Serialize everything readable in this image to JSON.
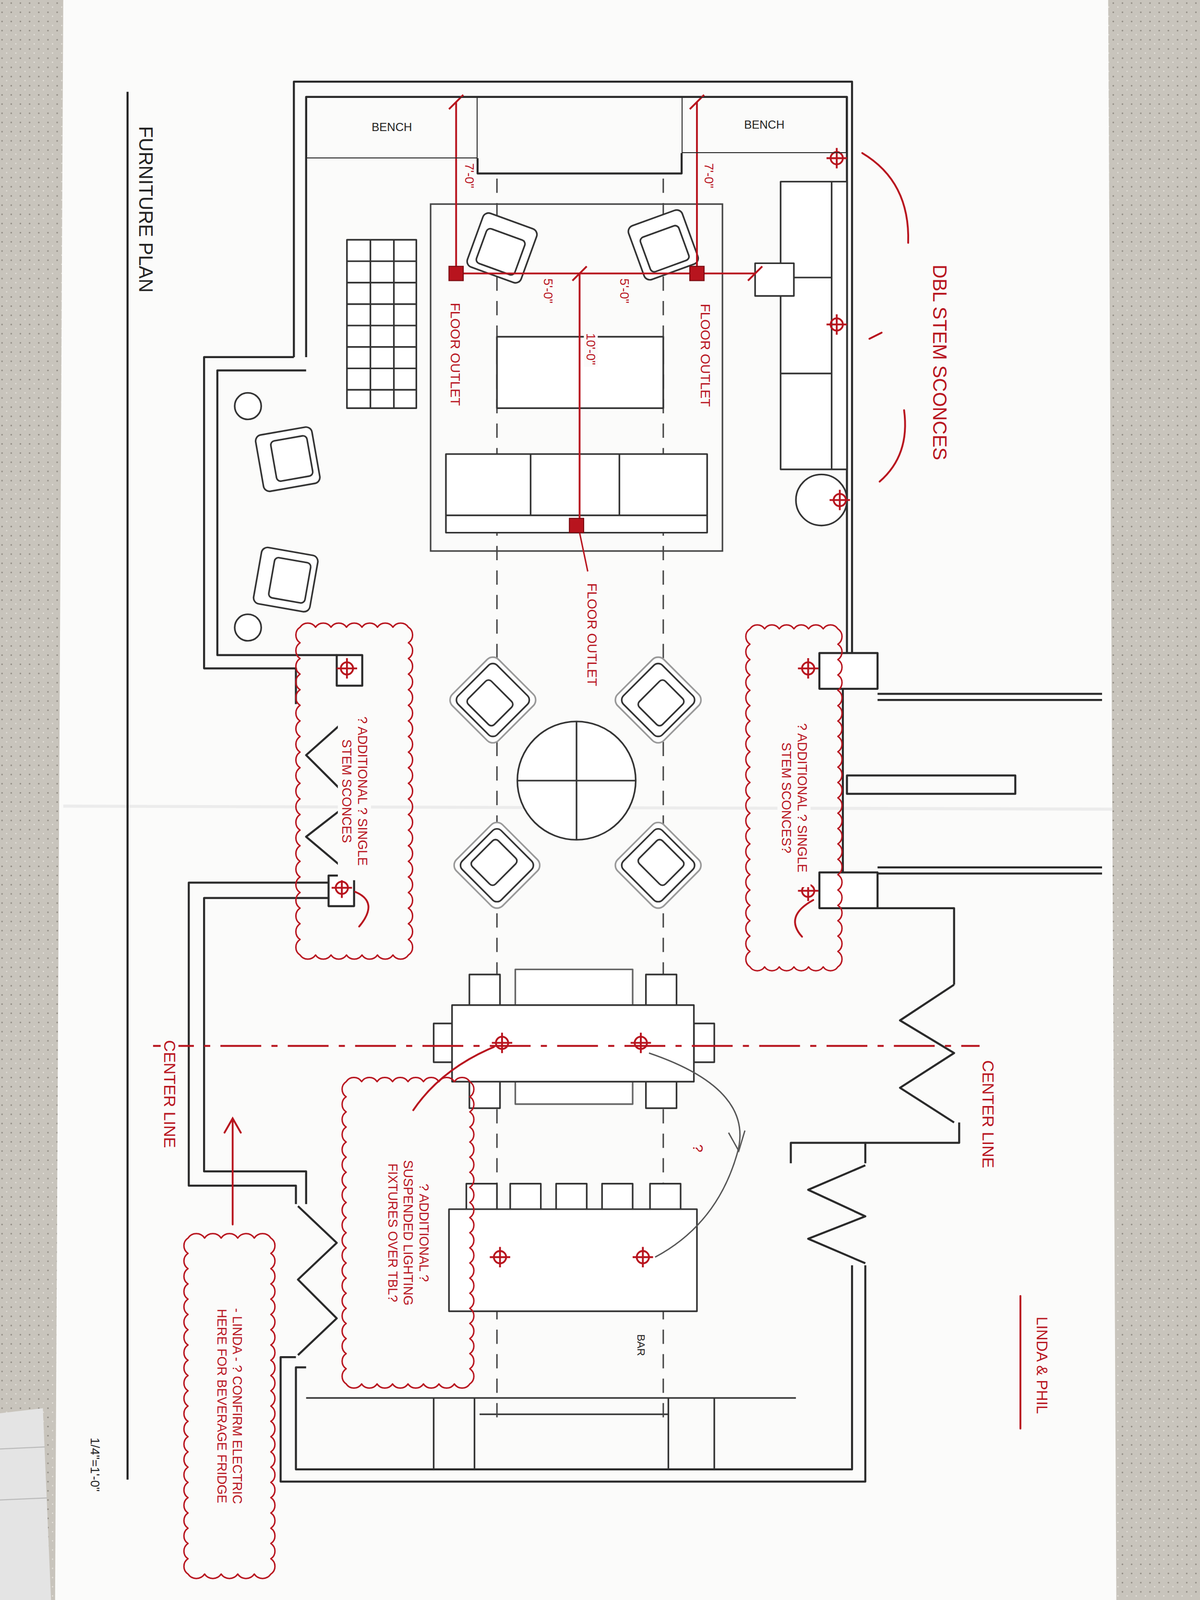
{
  "diagram": {
    "title": "FURNITURE PLAN",
    "nodes": [
      {
        "text": [
          "BENCH"
        ]
      },
      {
        "text": [
          "BENCH"
        ]
      },
      {
        "text": [
          "? ADDITIONAL ? SINGLE STEM SCONCES"
        ]
      },
      {
        "text": [
          "? ADDITIONAL ? SINGLE STEM SCONCES?"
        ]
      },
      {
        "text": [
          "? ADDITIONAL ? SUSPENDED LIGHTING FIXTURES OVER TBL?"
        ]
      },
      {
        "text": [
          "- LINDA - ? CONFIRM ELECTRIC HERE FOR BEVERAGE FRIDGE"
        ]
      }
    ],
    "labels": [
      "7'-0\"",
      "7'-0\"",
      "5'-0\"",
      "5'-0\"",
      "10'-0\"",
      "FLOOR OUTLET",
      "FLOOR OUTLET",
      "FLOOR OUTLET",
      "DBL STEM SCONCES",
      "CENTER LINE",
      "CENTER LINE",
      "?",
      "BAR",
      "LINDA & PHIL",
      "1/4\"=1'-0\""
    ]
  }
}
